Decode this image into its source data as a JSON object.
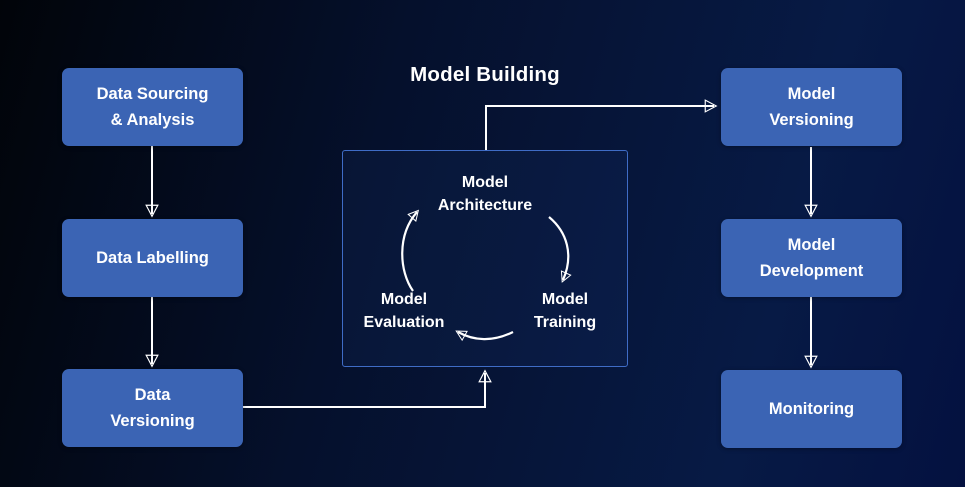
{
  "diagram": {
    "title": "Model Building",
    "pipeline_left": [
      {
        "label": "Data Sourcing\n& Analysis"
      },
      {
        "label": "Data Labelling"
      },
      {
        "label": "Data\nVersioning"
      }
    ],
    "cycle": {
      "steps": [
        {
          "label": "Model\nArchitecture"
        },
        {
          "label": "Model\nTraining"
        },
        {
          "label": "Model\nEvaluation"
        }
      ]
    },
    "pipeline_right": [
      {
        "label": "Model\nVersioning"
      },
      {
        "label": "Model\nDevelopment"
      },
      {
        "label": "Monitoring"
      }
    ]
  },
  "colors": {
    "node_fill": "#3b64b4",
    "node_text": "#ffffff",
    "title_text": "#ffffff",
    "connector": "#ffffff",
    "cycle_border": "#3f6cc6",
    "bg_left": "#010409",
    "bg_mid": "#05102c",
    "bg_deep": "#071a45",
    "bg_right": "#041140"
  }
}
